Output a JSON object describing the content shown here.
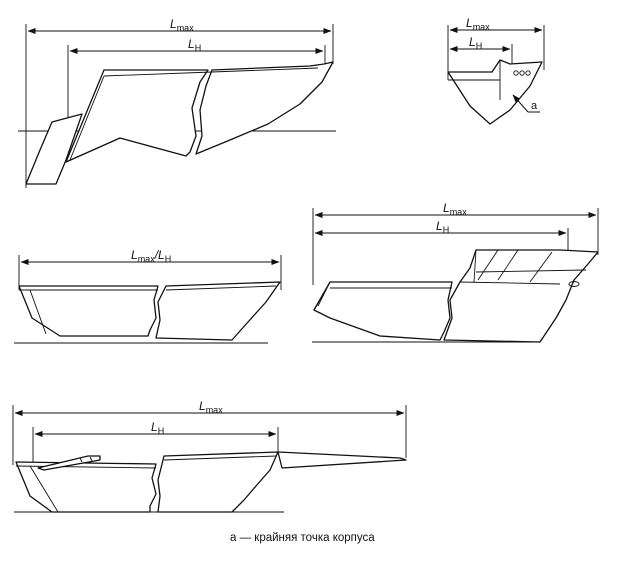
{
  "labels": {
    "lmax_main": "L",
    "lmax_sub": "max",
    "lh_main": "L",
    "lh_sub": "H",
    "combo_main": "L",
    "combo_sub1": "max",
    "combo_slash": "/",
    "combo_main2": "L",
    "combo_sub2": "H",
    "point_a": "a"
  },
  "caption": {
    "marker": "a —",
    "text": "крайняя точка корпуса"
  }
}
